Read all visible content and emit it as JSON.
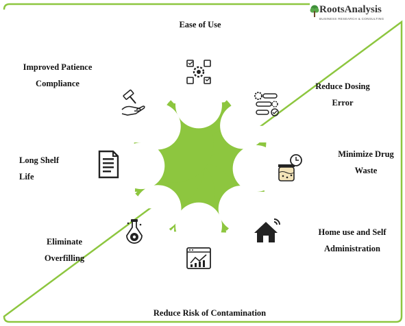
{
  "brand": {
    "name": "RootsAnalysis",
    "tagline": "BUSINESS RESEARCH & CONSULTING"
  },
  "colors": {
    "ring": "#8DC63F",
    "ring_inner": "#ffffff",
    "frame": "#8DC63F",
    "icon": "#222222"
  },
  "items": [
    {
      "key": "ease",
      "label_lines": [
        "Ease of Use"
      ],
      "icon": "settings-checklist-icon"
    },
    {
      "key": "dosing",
      "label_lines": [
        "Reduce Dosing",
        "Error"
      ],
      "icon": "sliders-gear-icon"
    },
    {
      "key": "waste",
      "label_lines": [
        "Minimize Drug",
        "Waste"
      ],
      "icon": "medicine-jar-icon"
    },
    {
      "key": "home",
      "label_lines": [
        "Home use and Self",
        "Administration"
      ],
      "icon": "smart-home-icon"
    },
    {
      "key": "contam",
      "label_lines": [
        "Reduce Risk of Contamination"
      ],
      "icon": "analytics-screen-icon"
    },
    {
      "key": "overfill",
      "label_lines": [
        "Eliminate",
        "Overfilling"
      ],
      "icon": "flask-gear-icon"
    },
    {
      "key": "shelf",
      "label_lines": [
        "Long Shelf",
        "Life"
      ],
      "icon": "document-icon"
    },
    {
      "key": "patience",
      "label_lines": [
        "Improved Patience",
        "Compliance"
      ],
      "icon": "gavel-hand-icon"
    }
  ]
}
